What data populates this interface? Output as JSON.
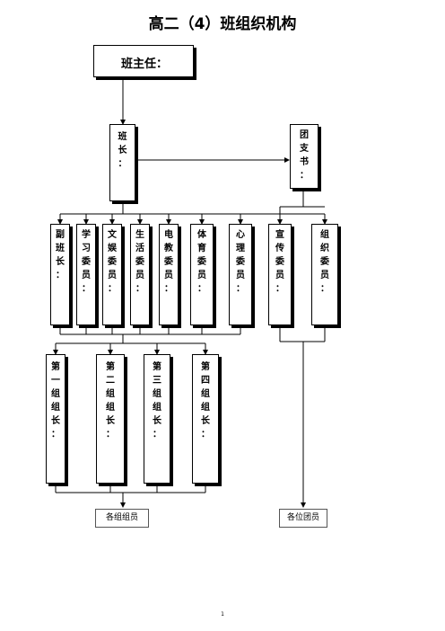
{
  "title": "高二（4）班组织机构",
  "head_teacher": "班主任：",
  "monitor": "班长：",
  "league_secretary": "团支书：",
  "committee": [
    {
      "key": "vice",
      "text": "副班长："
    },
    {
      "key": "study",
      "text": "学习委员："
    },
    {
      "key": "art",
      "text": "文娱委员："
    },
    {
      "key": "life",
      "text": "生活委员："
    },
    {
      "key": "av",
      "text": "电教委员："
    },
    {
      "key": "pe",
      "text": "体育委员："
    },
    {
      "key": "psy",
      "text": "心理委员："
    }
  ],
  "league_members": [
    {
      "key": "publicity",
      "text": "宣传委员："
    },
    {
      "key": "organize",
      "text": "组织委员："
    }
  ],
  "group_leaders": [
    {
      "key": "g1",
      "text": "第一组组长："
    },
    {
      "key": "g2",
      "text": "第二组组长："
    },
    {
      "key": "g3",
      "text": "第三组组长："
    },
    {
      "key": "g4",
      "text": "第四组组长："
    }
  ],
  "group_members": "各组组员",
  "league_all": "各位团员",
  "page_number": "1"
}
